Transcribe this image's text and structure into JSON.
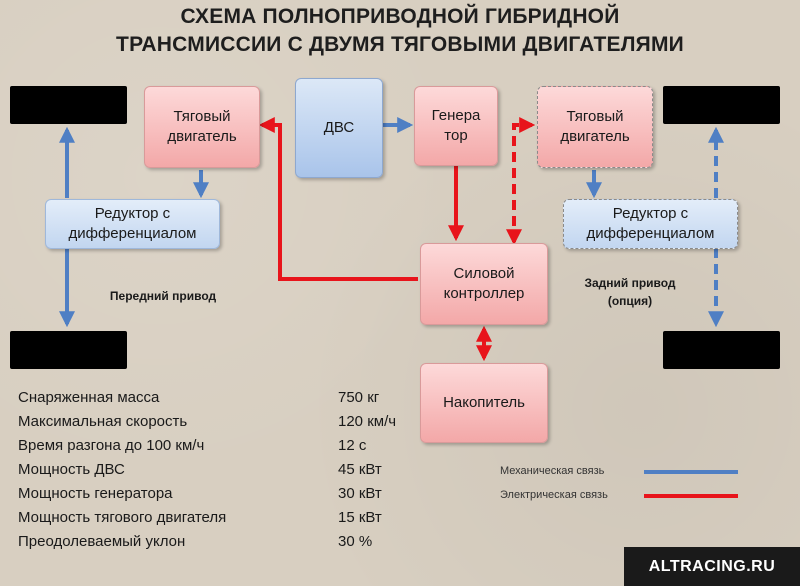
{
  "title": {
    "line1": "СХЕМА ПОЛНОПРИВОДНОЙ ГИБРИДНОЙ",
    "line2": "ТРАНСМИССИИ С ДВУМЯ ТЯГОВЫМИ ДВИГАТЕЛЯМИ"
  },
  "nodes": {
    "front_motor": "Тяговый\nдвигатель",
    "engine": "ДВС",
    "generator": "Генера\nтор",
    "rear_motor": "Тяговый\nдвигатель",
    "front_reducer": "Редуктор с\nдифференциалом",
    "rear_reducer": "Редуктор с\nдифференциалом",
    "controller": "Силовой\nконтроллер",
    "storage": "Накопитель"
  },
  "labels": {
    "front_drive": "Передний привод",
    "rear_drive_line1": "Задний привод",
    "rear_drive_line2": "(опция)"
  },
  "specs": [
    {
      "name": "Снаряженная масса",
      "value": "750 кг"
    },
    {
      "name": "Максимальная скорость",
      "value": "120 км/ч"
    },
    {
      "name": "Время разгона до 100 км/ч",
      "value": "12 с"
    },
    {
      "name": "Мощность ДВС",
      "value": "45 кВт"
    },
    {
      "name": "Мощность генератора",
      "value": "30 кВт"
    },
    {
      "name": "Мощность тягового двигателя",
      "value": "15 кВт"
    },
    {
      "name": "Преодолеваемый уклон",
      "value": "30 %"
    }
  ],
  "legend": {
    "mechanical": "Механическая связь",
    "electrical": "Электрическая связь"
  },
  "colors": {
    "mechanical": "#4f7fc4",
    "electrical": "#e8141b"
  },
  "watermark": "ALTRACING.RU"
}
